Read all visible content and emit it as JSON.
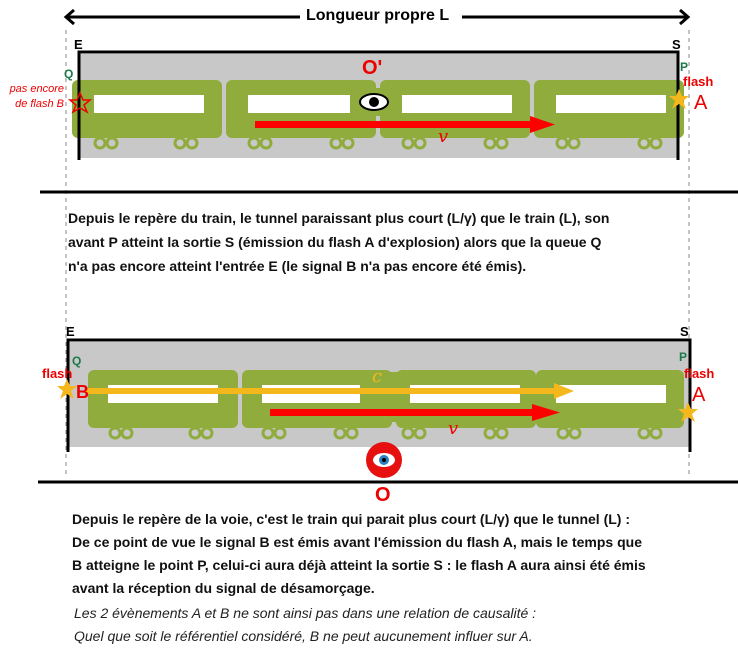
{
  "top": {
    "title": "Longueur propre  L"
  },
  "scene1": {
    "E": "E",
    "S": "S",
    "Q": "Q",
    "P": "P",
    "observer": "O'",
    "velocity": "v",
    "note_b": [
      "pas encore",
      "de flash B"
    ],
    "flash": "flash",
    "A": "A"
  },
  "paragraph1": [
    "Depuis le repère du train, le tunnel paraissant plus court (L/γ) que le train (L), son",
    "avant P atteint la sortie S (émission du flash A d'explosion) alors que la queue Q",
    "n'a pas encore atteint l'entrée E (le signal B n'a pas encore été émis)."
  ],
  "scene2": {
    "E": "E",
    "S": "S",
    "Q": "Q",
    "P": "P",
    "flash_b": "flash",
    "B": "B",
    "flash_a": "flash",
    "A": "A",
    "light": "c",
    "velocity": "v",
    "observer": "O"
  },
  "paragraph2": [
    "Depuis le repère de la voie, c'est le train qui parait plus court (L/γ) que le tunnel (L) :",
    "De ce point de vue le signal B est émis avant l'émission du flash A, mais le temps que",
    "B atteigne le point P, celui-ci aura déjà atteint la sortie S : le flash A aura ainsi été émis",
    "avant la réception du signal de désamorçage."
  ],
  "conclusion": [
    "Les 2 évènements A et B ne sont ainsi pas dans une relation de causalité :",
    "Quel que soit le référentiel considéré, B ne peut aucunement influer sur A."
  ],
  "colors": {
    "train": "#8fac3c",
    "tunnel_fill": "#c8c8c8",
    "arrow_v": "#ff0000",
    "arrow_c": "#f5b81c"
  }
}
